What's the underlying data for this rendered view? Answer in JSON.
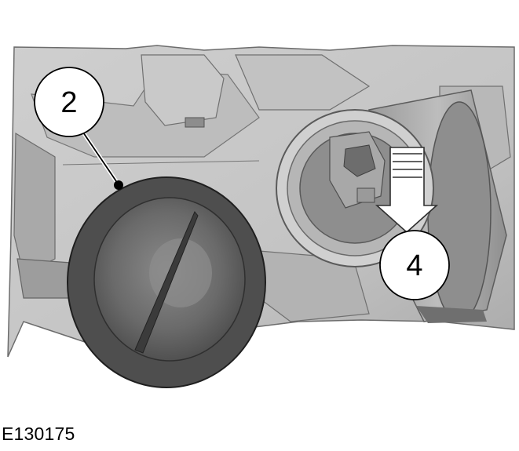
{
  "callouts": {
    "cover_label": "2",
    "arrow_label": "4"
  },
  "figure_id": "E130175",
  "colors": {
    "housing_light": "#d3d3d3",
    "housing_mid": "#b4b4b4",
    "housing_dark": "#8c8c8c",
    "cover_rubber": "#555555",
    "arrow_fill": "#ffffff"
  },
  "icons": [
    "headlamp-housing",
    "dust-cover",
    "bulb-holder",
    "removal-arrow"
  ]
}
